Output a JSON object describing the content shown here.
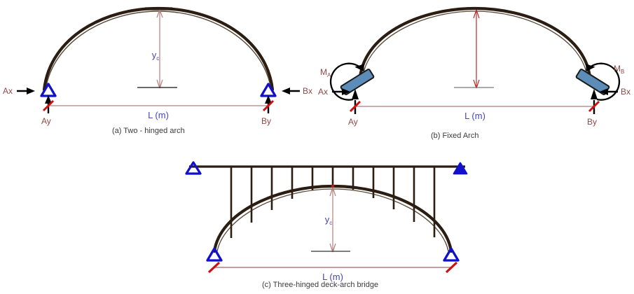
{
  "figure": {
    "title_implicit": "Types of arches",
    "colors": {
      "arch": "#2b1d11",
      "hinge_blue": "#1111cc",
      "fixed_support_fill": "#5b8db8",
      "force_label": "#8d4a47",
      "dimension_label": "#4646b4",
      "dimension_line": "#b07f7c",
      "arrow_black": "#000000",
      "hatch_red": "#cc1111",
      "caption": "#3a3a3a",
      "background": "#ffffff"
    }
  },
  "panels": [
    {
      "id": "a",
      "caption": "(a)  Two - hinged arch",
      "labels": {
        "ax": "Ax",
        "ay": "Ay",
        "bx": "Bx",
        "by": "By",
        "rise": "y",
        "rise_sub": "c",
        "span": "L (m)"
      },
      "supports": [
        "pin-hinge",
        "pin-hinge"
      ],
      "hinge_count": 2
    },
    {
      "id": "b",
      "caption": "(b)  Fixed Arch",
      "labels": {
        "ma": "M",
        "ma_sub": "A",
        "mb": "M",
        "mb_sub": "B",
        "ax": "Ax",
        "ay": "Ay",
        "bx": "Bx",
        "by": "By",
        "span": "L (m)"
      },
      "supports": [
        "fixed",
        "fixed"
      ],
      "hinge_count": 0
    },
    {
      "id": "c",
      "caption": "(c)  Three-hinged deck-arch bridge",
      "labels": {
        "rise": "y",
        "rise_sub": "c",
        "span": "L (m)"
      },
      "supports": [
        "pin-hinge",
        "pin-hinge"
      ],
      "deck_supports": [
        "hinge-triangle-open",
        "hinge-triangle-filled"
      ],
      "hinge_count": 3,
      "hanger_count": 11
    }
  ]
}
